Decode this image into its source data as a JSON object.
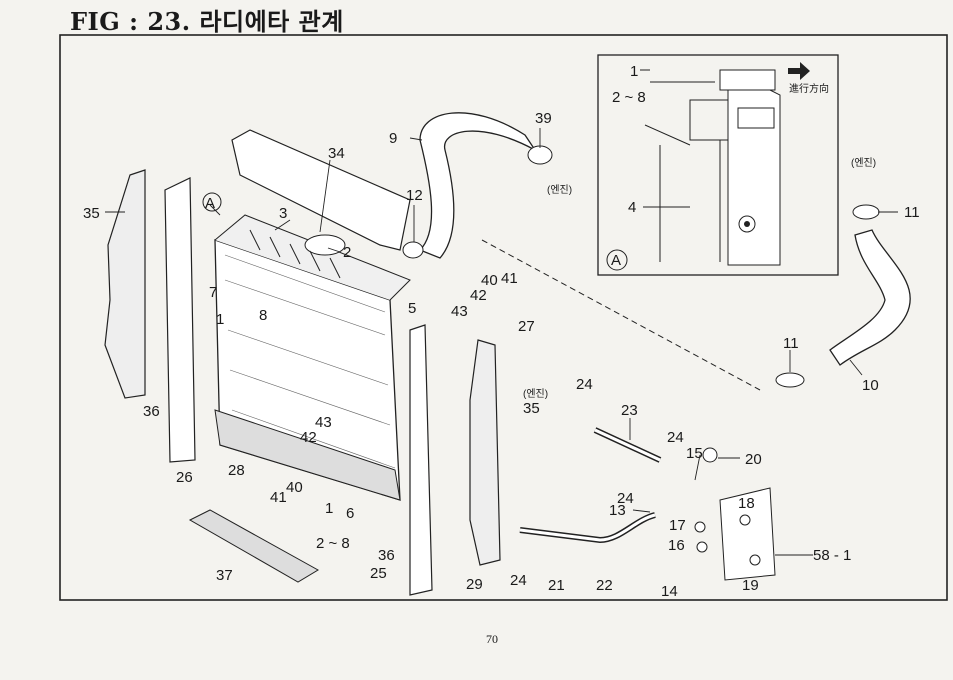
{
  "figure": {
    "title": "FIG : 23. 라디에타 관계",
    "page_number": "70"
  },
  "inset": {
    "ref_letter": "A",
    "direction_label": "進行方向",
    "labels": [
      "1",
      "2 ~ 8",
      "4"
    ]
  },
  "engine_note": "(엔진)",
  "callouts": [
    {
      "id": "c1",
      "text": "1"
    },
    {
      "id": "c2",
      "text": "2"
    },
    {
      "id": "c3",
      "text": "3"
    },
    {
      "id": "c5",
      "text": "5"
    },
    {
      "id": "c6",
      "text": "6"
    },
    {
      "id": "c7",
      "text": "7"
    },
    {
      "id": "c8",
      "text": "8"
    },
    {
      "id": "c9",
      "text": "9"
    },
    {
      "id": "c10",
      "text": "10"
    },
    {
      "id": "c11a",
      "text": "11"
    },
    {
      "id": "c11b",
      "text": "11"
    },
    {
      "id": "c12",
      "text": "12"
    },
    {
      "id": "c13",
      "text": "13"
    },
    {
      "id": "c14",
      "text": "14"
    },
    {
      "id": "c15",
      "text": "15"
    },
    {
      "id": "c16",
      "text": "16"
    },
    {
      "id": "c17",
      "text": "17"
    },
    {
      "id": "c18",
      "text": "18"
    },
    {
      "id": "c19",
      "text": "19"
    },
    {
      "id": "c20",
      "text": "20"
    },
    {
      "id": "c21",
      "text": "21"
    },
    {
      "id": "c22",
      "text": "22"
    },
    {
      "id": "c23",
      "text": "23"
    },
    {
      "id": "c24a",
      "text": "24"
    },
    {
      "id": "c24b",
      "text": "24"
    },
    {
      "id": "c24c",
      "text": "24"
    },
    {
      "id": "c24d",
      "text": "24"
    },
    {
      "id": "c25",
      "text": "25"
    },
    {
      "id": "c26",
      "text": "26"
    },
    {
      "id": "c27",
      "text": "27"
    },
    {
      "id": "c28",
      "text": "28"
    },
    {
      "id": "c29",
      "text": "29"
    },
    {
      "id": "c34",
      "text": "34"
    },
    {
      "id": "c35a",
      "text": "35"
    },
    {
      "id": "c35b",
      "text": "35"
    },
    {
      "id": "c36a",
      "text": "36"
    },
    {
      "id": "c36b",
      "text": "36"
    },
    {
      "id": "c37",
      "text": "37"
    },
    {
      "id": "c39",
      "text": "39"
    },
    {
      "id": "c40a",
      "text": "40"
    },
    {
      "id": "c40b",
      "text": "40"
    },
    {
      "id": "c41a",
      "text": "41"
    },
    {
      "id": "c41b",
      "text": "41"
    },
    {
      "id": "c42a",
      "text": "42"
    },
    {
      "id": "c42b",
      "text": "42"
    },
    {
      "id": "c43a",
      "text": "43"
    },
    {
      "id": "c43b",
      "text": "43"
    },
    {
      "id": "c1b",
      "text": "1"
    },
    {
      "id": "c28r",
      "text": "2 ~ 8"
    },
    {
      "id": "c58",
      "text": "58 - 1"
    },
    {
      "id": "cA",
      "text": "A"
    }
  ]
}
